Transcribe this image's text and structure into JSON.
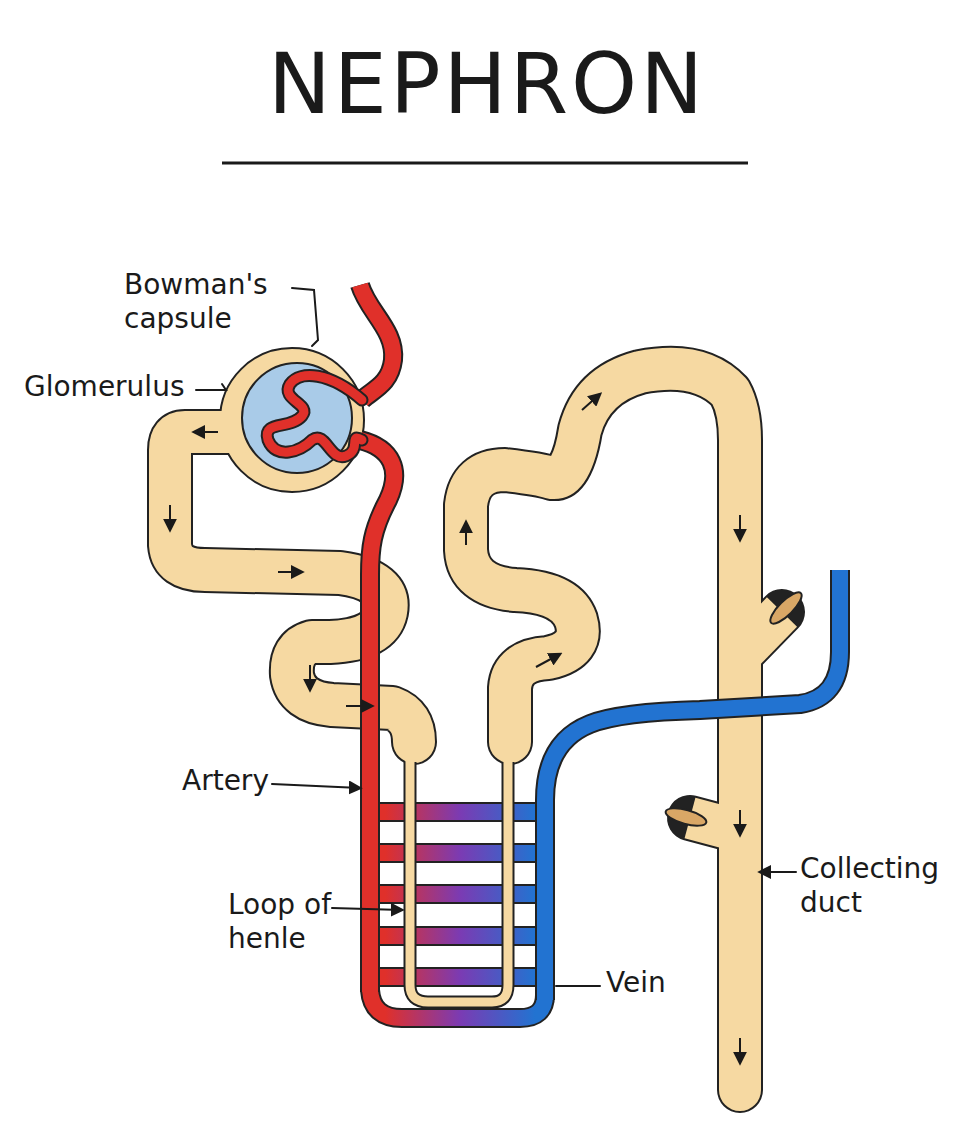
{
  "diagram": {
    "title": "NEPHRON",
    "labels": [
      "Bowman's capsule",
      "Glomerulus",
      "Artery",
      "Loop of henle",
      "Collecting duct",
      "Vein"
    ]
  }
}
